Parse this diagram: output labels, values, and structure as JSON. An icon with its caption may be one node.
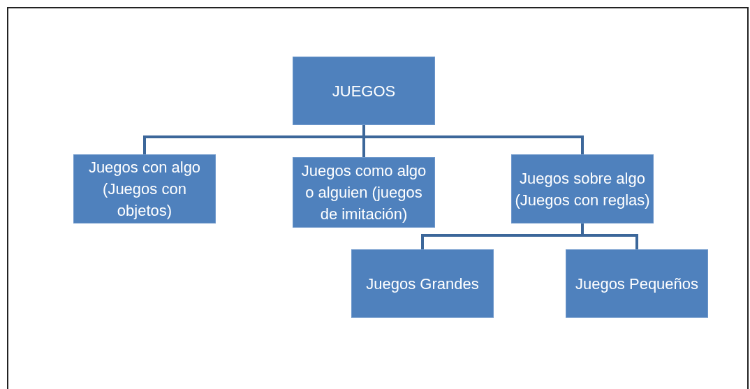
{
  "diagram": {
    "nodes": [
      {
        "text": [
          "JUEGOS"
        ]
      },
      {
        "text": [
          "Juegos con algo (Juegos con objetos)"
        ]
      },
      {
        "text": [
          "Juegos como algo o alguien (juegos de imitación)"
        ]
      },
      {
        "text": [
          "Juegos sobre algo (Juegos con reglas)"
        ]
      },
      {
        "text": [
          "Juegos Grandes"
        ]
      },
      {
        "text": [
          "Juegos Pequeños"
        ]
      }
    ],
    "edges": [
      {
        "from": 0,
        "to": 1,
        "arrow": "none"
      },
      {
        "from": 0,
        "to": 2,
        "arrow": "none"
      },
      {
        "from": 0,
        "to": 3,
        "arrow": "none"
      },
      {
        "from": 3,
        "to": 4,
        "arrow": "none"
      },
      {
        "from": 3,
        "to": 5,
        "arrow": "none"
      }
    ]
  }
}
